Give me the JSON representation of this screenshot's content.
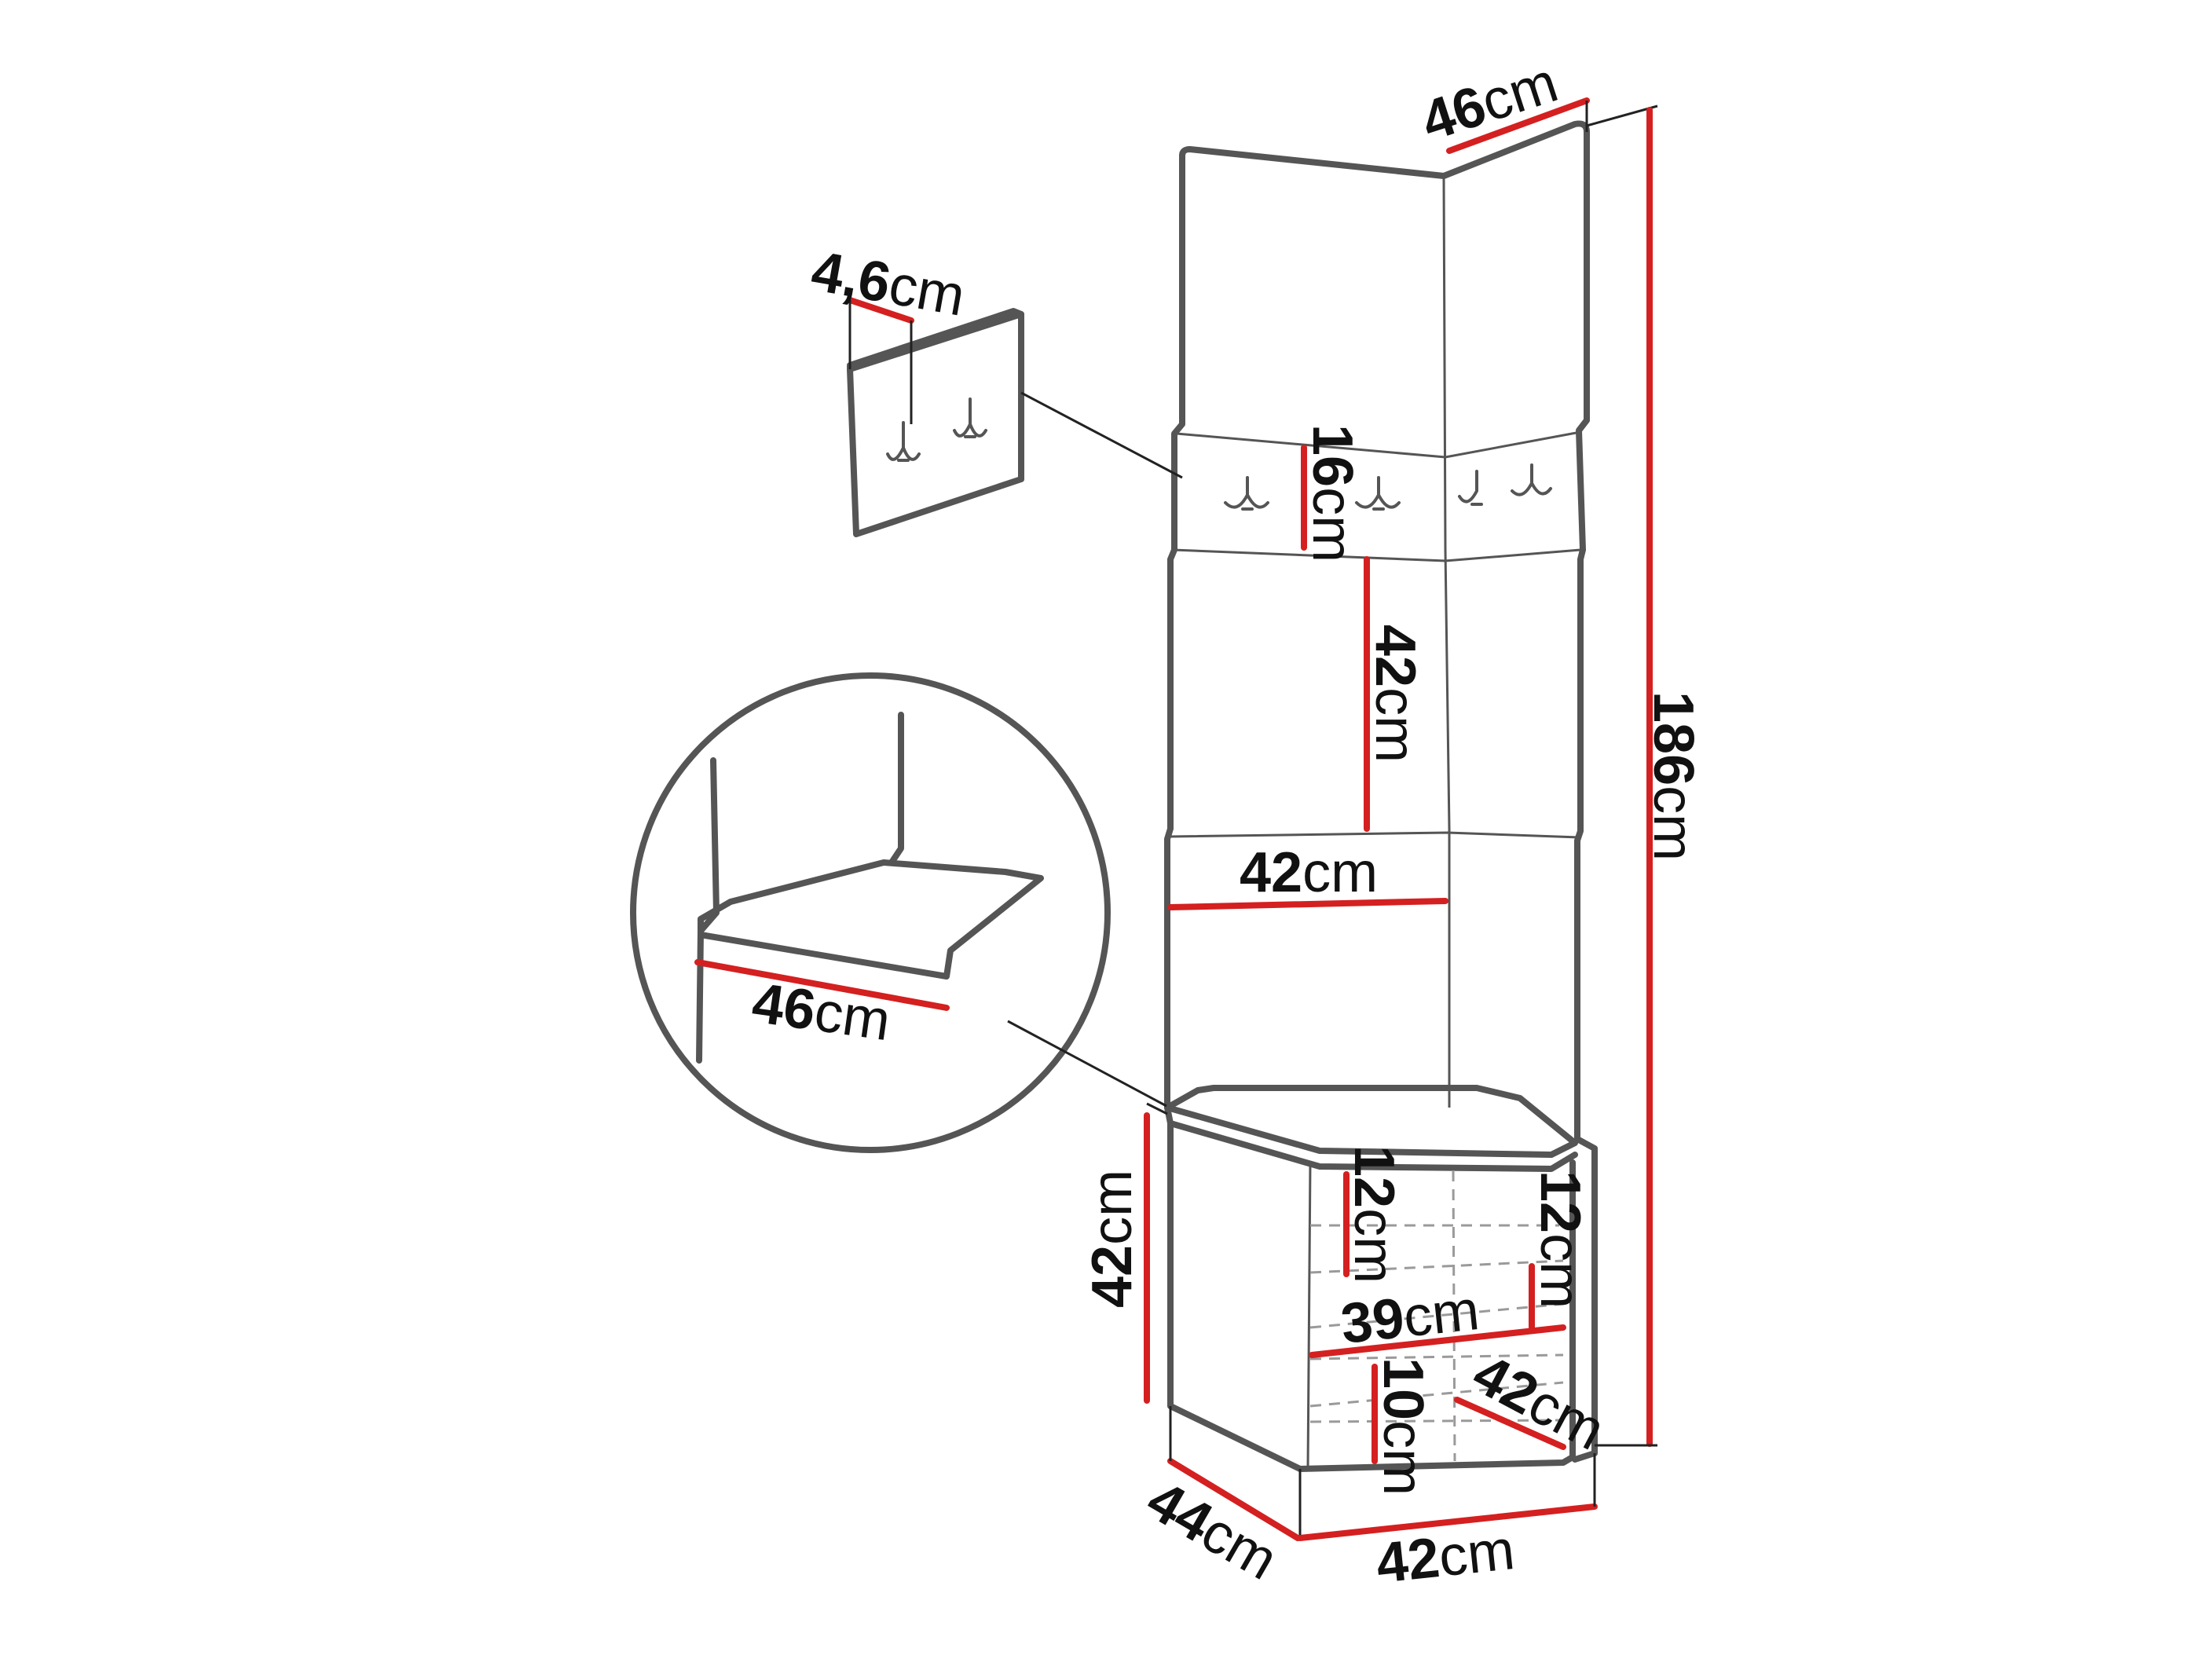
{
  "labels": {
    "top_depth": {
      "num": "46",
      "unit": "cm"
    },
    "hook_panel_thickness": {
      "num": "4,6",
      "unit": "cm"
    },
    "hook_panel_height": {
      "num": "16",
      "unit": "cm"
    },
    "upper_panel_height": {
      "num": "42",
      "unit": "cm"
    },
    "panel_width": {
      "num": "42",
      "unit": "cm"
    },
    "total_height": {
      "num": "186",
      "unit": "cm"
    },
    "seat_depth": {
      "num": "46",
      "unit": "cm"
    },
    "bench_height": {
      "num": "42",
      "unit": "cm"
    },
    "shelf_upper_left": {
      "num": "12",
      "unit": "cm"
    },
    "shelf_upper_right": {
      "num": "12",
      "unit": "cm"
    },
    "shelf_width": {
      "num": "39",
      "unit": "cm"
    },
    "shelf_lower": {
      "num": "10",
      "unit": "cm"
    },
    "inner_depth": {
      "num": "42",
      "unit": "cm"
    },
    "bench_depth": {
      "num": "44",
      "unit": "cm"
    },
    "bench_width": {
      "num": "42",
      "unit": "cm"
    }
  },
  "colors": {
    "outline": "#555555",
    "dimension": "#d42020",
    "text": "#111111"
  }
}
